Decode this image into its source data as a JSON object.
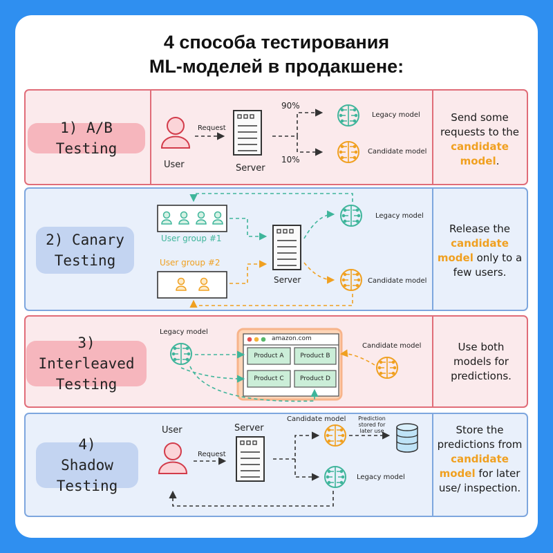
{
  "title_line1": "4 способа тестирования",
  "title_line2": "ML-моделей в продакшене:",
  "colors": {
    "background": "#2f8ff0",
    "red_row": "#fbeaec",
    "red_border": "#e06c78",
    "blue_row": "#e9f0fb",
    "blue_border": "#7da6de",
    "accent_orange": "#f0a020",
    "legacy_green": "#3fb59b"
  },
  "rows": [
    {
      "label": "1) A/B Testing",
      "labels": {
        "user": "User",
        "request": "Request",
        "server": "Server",
        "pct_top": "90%",
        "pct_bottom": "10%",
        "legacy": "Legacy model",
        "candidate": "Candidate model"
      },
      "desc_pre": "Send some requests to the",
      "desc_hl": "candidate model",
      "desc_post": "."
    },
    {
      "label": "2) Canary Testing",
      "labels": {
        "group1": "User group #1",
        "group2": "User group #2",
        "server": "Server",
        "legacy": "Legacy model",
        "candidate": "Candidate model"
      },
      "desc_pre": "Release the",
      "desc_hl": "candidate model",
      "desc_post": "only to a few users."
    },
    {
      "label": "3) Interleaved Testing",
      "labels": {
        "legacy": "Legacy model",
        "site": "amazon.com",
        "candidate": "Candidate model",
        "products": [
          "Product A",
          "Product B",
          "Product C",
          "Product D"
        ]
      },
      "desc": "Use both models for predictions."
    },
    {
      "label": "4) Shadow Testing",
      "labels": {
        "user": "User",
        "server": "Server",
        "request": "Request",
        "candidate": "Candidate model",
        "prediction": "Prediction stored for later use",
        "legacy": "Legacy model"
      },
      "desc_pre": "Store the predictions from",
      "desc_hl": "candidate model",
      "desc_post": "for later use/ inspection."
    }
  ]
}
